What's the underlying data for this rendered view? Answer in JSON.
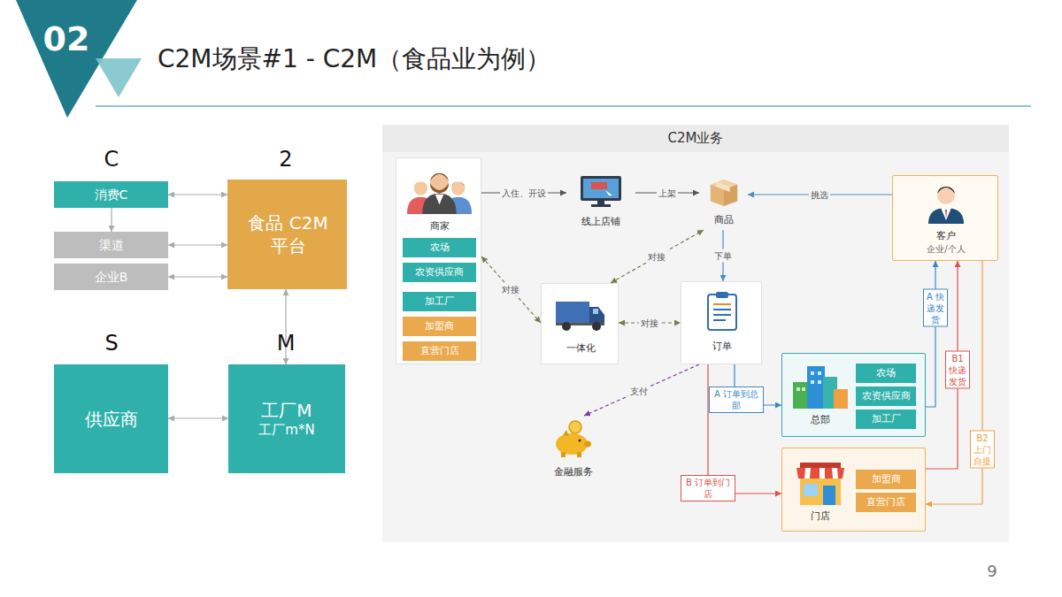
{
  "diagram": {
    "title": "C2M场景#1 - C2M（食品业为例）",
    "nodes": [
      {
        "text": [
          "消费C"
        ]
      },
      {
        "text": [
          "食品 C2M平台"
        ]
      },
      {
        "text": [
          "渠道"
        ]
      },
      {
        "text": [
          "企业B"
        ]
      },
      {
        "text": [
          "供应商"
        ]
      },
      {
        "text": [
          "工厂M",
          "工厂m*N"
        ]
      },
      {
        "text": [
          "C2M业务"
        ]
      },
      {
        "text": [
          "商家"
        ],
        "in": 6
      },
      {
        "text": [
          "农场"
        ],
        "in": 7
      },
      {
        "text": [
          "农资供应商"
        ],
        "in": 7
      },
      {
        "text": [
          "加工厂"
        ],
        "in": 7
      },
      {
        "text": [
          "加盟商"
        ],
        "in": 7
      },
      {
        "text": [
          "直营门店"
        ],
        "in": 7
      },
      {
        "text": [
          "线上店铺"
        ],
        "in": 6
      },
      {
        "text": [
          "商品"
        ],
        "in": 6
      },
      {
        "text": [
          "客户",
          "企业/个人"
        ],
        "in": 6
      },
      {
        "text": [
          "一体化"
        ],
        "in": 6
      },
      {
        "text": [
          "订单"
        ],
        "in": 6
      },
      {
        "text": [
          "总部"
        ],
        "in": 6
      },
      {
        "text": [
          "农场"
        ],
        "in": 18
      },
      {
        "text": [
          "农资供应商"
        ],
        "in": 18
      },
      {
        "text": [
          "加工厂"
        ],
        "in": 18
      },
      {
        "text": [
          "金融服务"
        ],
        "in": 6
      },
      {
        "text": [
          "门店"
        ],
        "in": 6
      },
      {
        "text": [
          "加盟商"
        ],
        "in": 23
      },
      {
        "text": [
          "直营门店"
        ],
        "in": 23
      }
    ],
    "edges": [
      {
        "from": 0,
        "to": 1,
        "arrow": "both"
      },
      {
        "from": 2,
        "to": 1,
        "arrow": "both"
      },
      {
        "from": 3,
        "to": 1,
        "arrow": "both"
      },
      {
        "from": 0,
        "to": 2,
        "arrow": "to"
      },
      {
        "from": 1,
        "to": 5,
        "arrow": "both"
      },
      {
        "from": 4,
        "to": 5,
        "arrow": "both"
      },
      {
        "from": 7,
        "to": 13,
        "arrow": "to",
        "label": "入住、开设"
      },
      {
        "from": 13,
        "to": 14,
        "arrow": "to",
        "label": "上架"
      },
      {
        "from": 15,
        "to": 14,
        "arrow": "to",
        "label": "挑选"
      },
      {
        "from": 14,
        "to": 17,
        "arrow": "to",
        "label": "下单"
      },
      {
        "from": 16,
        "to": 14,
        "arrow": "both",
        "label": "对接"
      },
      {
        "from": 7,
        "to": 16,
        "arrow": "both",
        "label": "对接"
      },
      {
        "from": 16,
        "to": 17,
        "arrow": "both",
        "label": "对接"
      },
      {
        "from": 17,
        "to": 22,
        "arrow": "to",
        "label": "支付"
      },
      {
        "from": 17,
        "to": 18,
        "arrow": "to",
        "label": "A 订单到总部"
      },
      {
        "from": 17,
        "to": 23,
        "arrow": "to",
        "label": "B 订单到门店"
      },
      {
        "from": 18,
        "to": 15,
        "arrow": "to",
        "label": "A 快递发货"
      },
      {
        "from": 23,
        "to": 15,
        "arrow": "to",
        "label": "B1 快递发货"
      },
      {
        "from": 15,
        "to": 23,
        "arrow": "to",
        "label": "B2 上门自提"
      }
    ],
    "labels": [
      "02",
      "C",
      "2",
      "S",
      "M",
      "9"
    ]
  }
}
